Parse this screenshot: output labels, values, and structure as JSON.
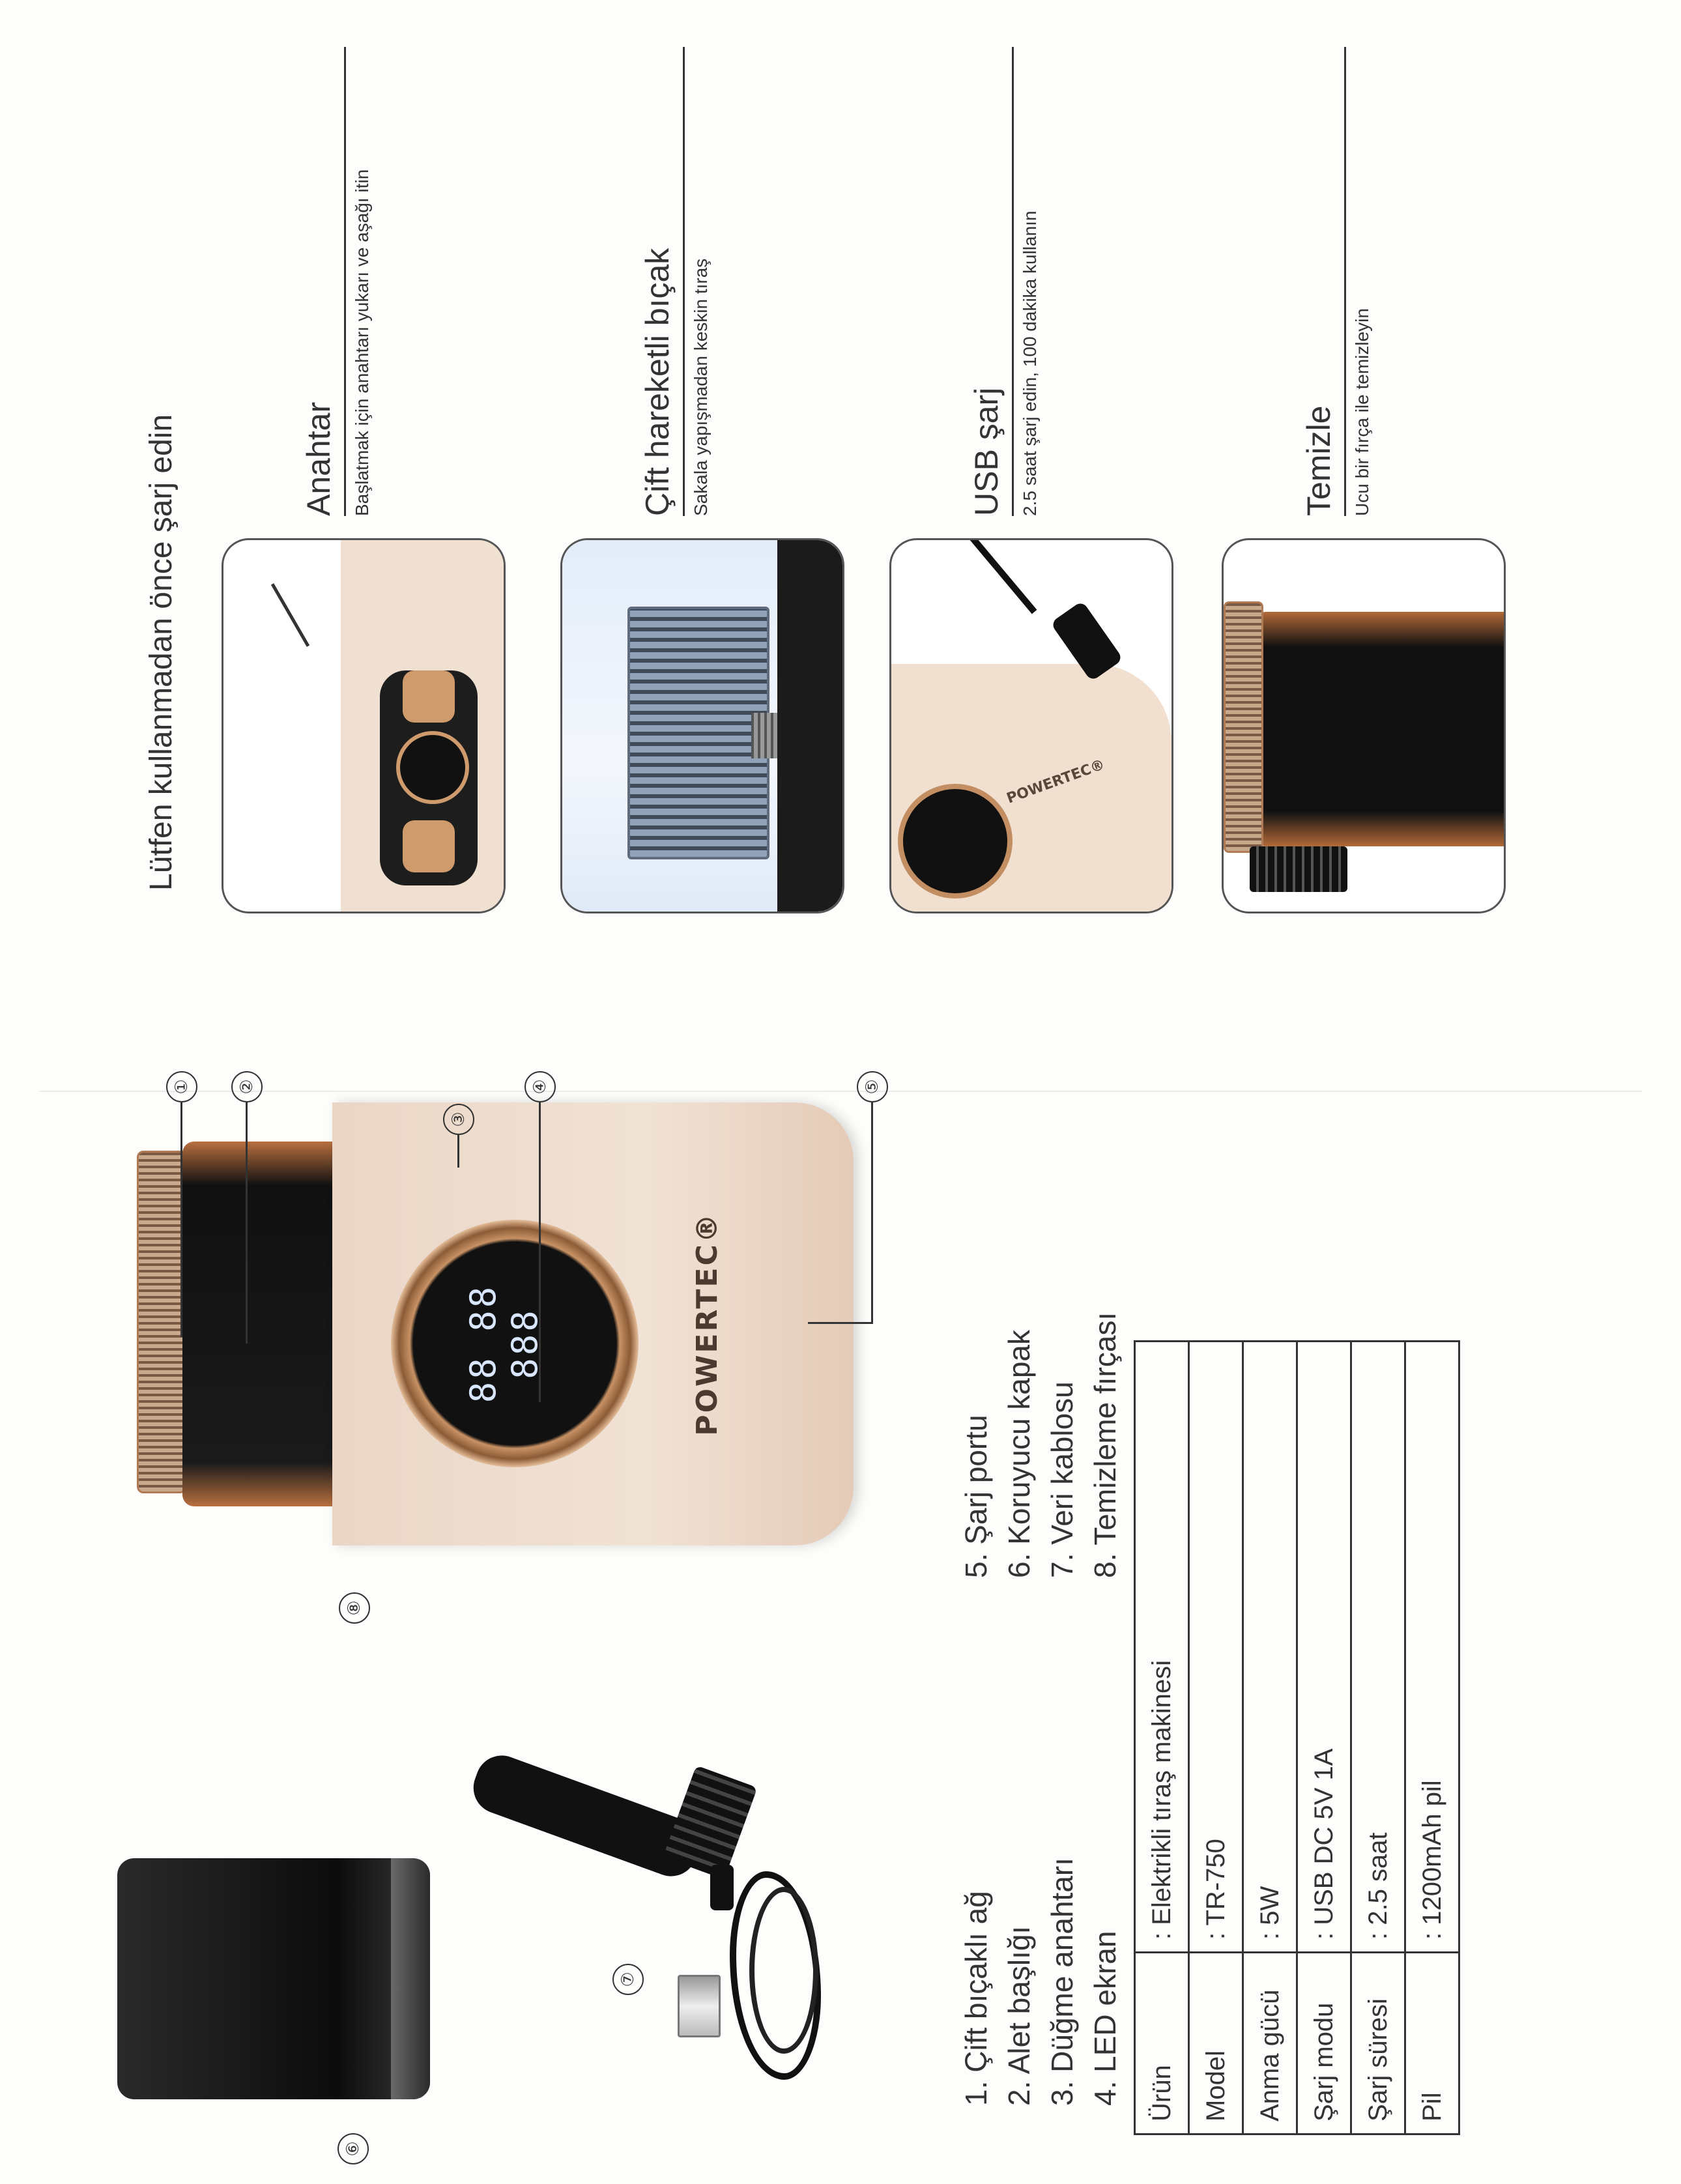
{
  "callouts": [
    "①",
    "②",
    "③",
    "④",
    "⑤",
    "⑥",
    "⑦",
    "⑧"
  ],
  "brand": "POWERTEC®",
  "display": {
    "line1": "88 88",
    "line2": "888"
  },
  "parts_left": [
    "1. Çift bıçaklı ağ",
    "2. Alet başlığı",
    "3. Düğme anahtarı",
    "4. LED ekran"
  ],
  "parts_right": [
    "5. Şarj portu",
    "6. Koruyucu kapak",
    "7. Veri kablosu",
    "8. Temizleme fırçası"
  ],
  "specs": [
    {
      "key": "Ürün",
      "value": ": Elektrikli tıraş makinesi"
    },
    {
      "key": "Model",
      "value": ": TR-750"
    },
    {
      "key": "Anma gücü",
      "value": ": 5W"
    },
    {
      "key": "Şarj modu",
      "value": ": USB DC 5V 1A"
    },
    {
      "key": "Şarj süresi",
      "value": ": 2.5 saat"
    },
    {
      "key": "Pil",
      "value": ": 1200mAh pil"
    }
  ],
  "usage": {
    "title": "Lütfen kullanmadan önce şarj edin",
    "steps": [
      {
        "title": "Anahtar",
        "desc": "Başlatmak için anahtarı yukarı ve aşağı itin"
      },
      {
        "title": "Çift hareketli bıçak",
        "desc": "Sakala yapışmadan keskin tıraş"
      },
      {
        "title": "USB şarj",
        "desc": "2.5 saat şarj edin, 100 dakika kullanın"
      },
      {
        "title": "Temizle",
        "desc": "Ucu bir fırça ile temizleyin"
      }
    ],
    "card_logo": "POWERTEC®"
  }
}
